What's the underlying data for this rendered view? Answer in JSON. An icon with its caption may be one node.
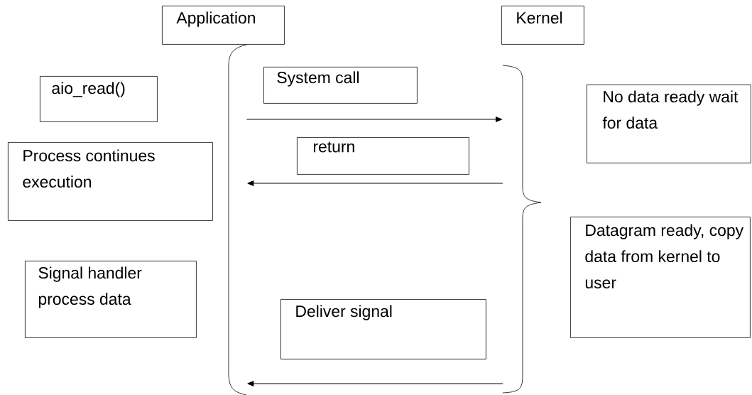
{
  "diagram": {
    "nodes": [
      {
        "text": [
          "Application"
        ]
      },
      {
        "text": [
          "Kernel"
        ]
      },
      {
        "text": [
          "System call"
        ]
      },
      {
        "text": [
          "aio_read()"
        ]
      },
      {
        "text": [
          "No data ready wait for data"
        ]
      },
      {
        "text": [
          "return"
        ]
      },
      {
        "text": [
          "Process continues execution"
        ]
      },
      {
        "text": [
          "Datagram ready, copy data from kernel to user"
        ]
      },
      {
        "text": [
          "Signal handler process data"
        ]
      },
      {
        "text": [
          "Deliver signal"
        ]
      },
      {
        "text": [],
        "shape": "bracket"
      },
      {
        "text": [],
        "shape": "brace"
      }
    ],
    "edges": [
      {
        "from": 10,
        "to": 11,
        "arrow": "to"
      },
      {
        "from": 11,
        "to": 10,
        "arrow": "to"
      },
      {
        "from": 11,
        "to": 10,
        "arrow": "to"
      }
    ]
  }
}
